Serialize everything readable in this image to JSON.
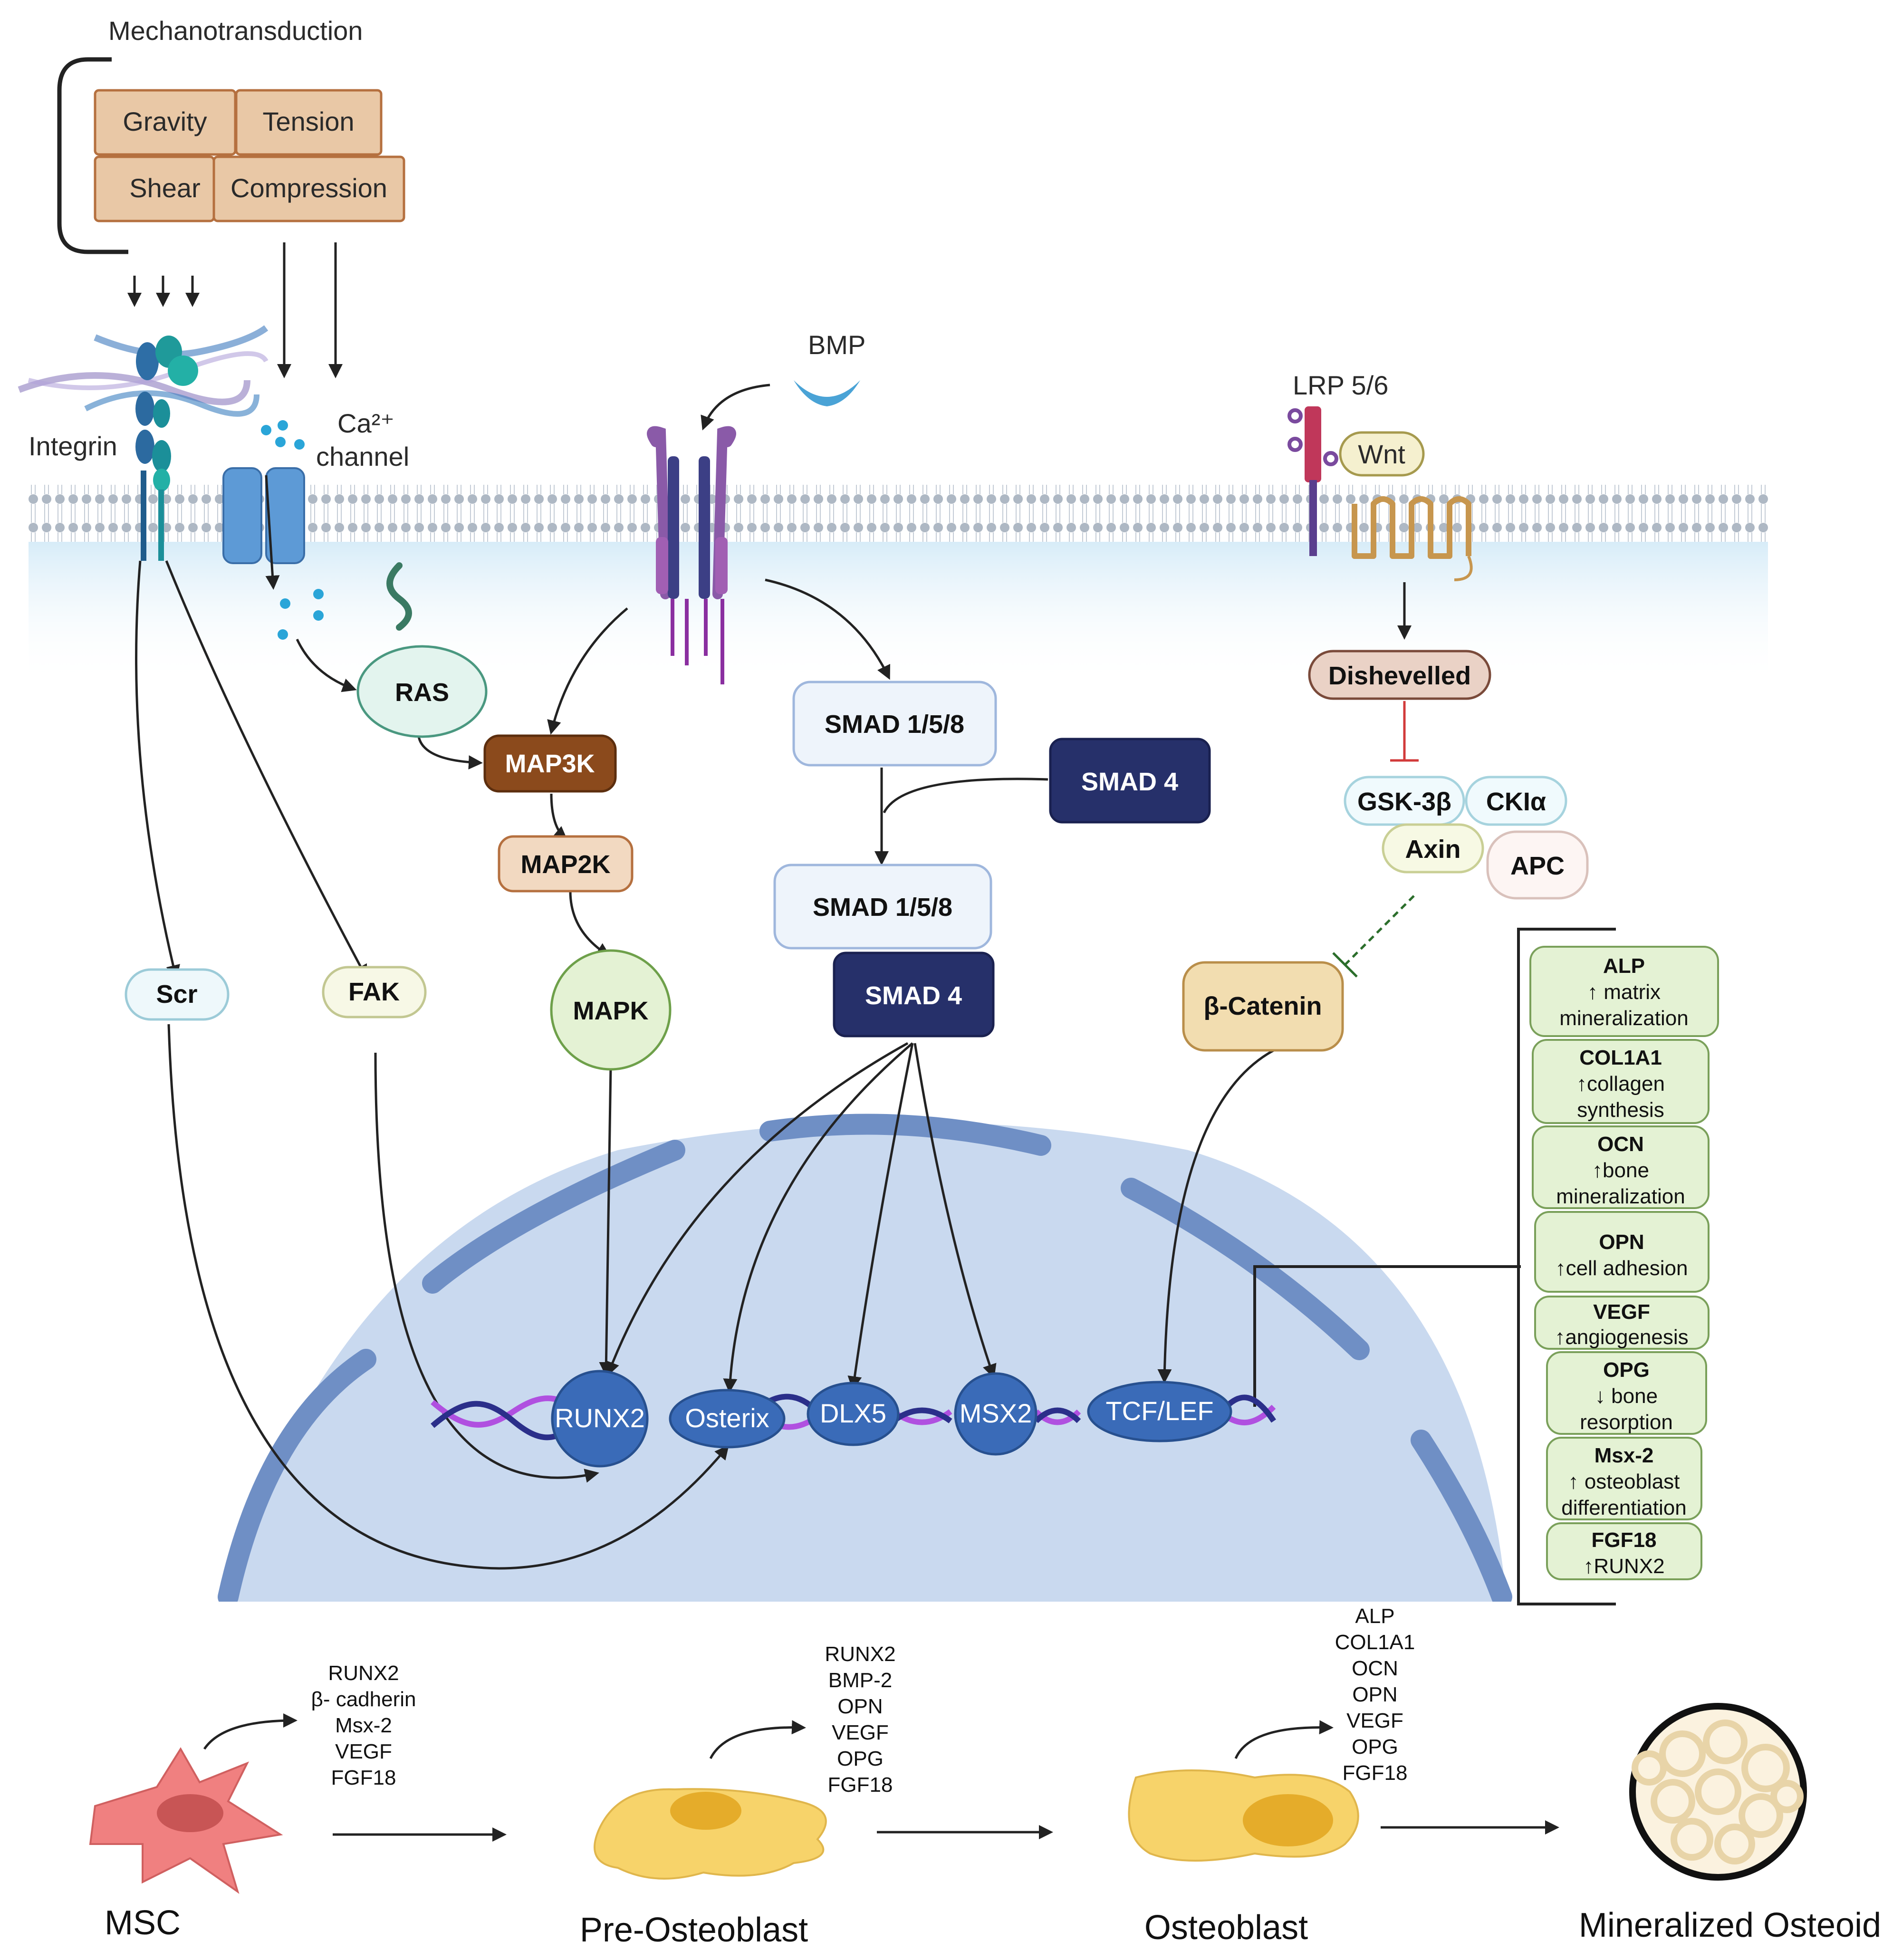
{
  "mechanotransduction": {
    "title": "Mechanotransduction",
    "forces": [
      "Gravity",
      "Tension",
      "Shear",
      "Compression"
    ]
  },
  "membrane": {
    "integrin": "Integrin",
    "ca_channel_line1": "Ca²⁺",
    "ca_channel_line2": "channel",
    "bmp": "BMP",
    "lrp": "LRP 5/6",
    "wnt": "Wnt"
  },
  "mapk_pathway": {
    "ras": "RAS",
    "map3k": "MAP3K",
    "map2k": "MAP2K",
    "mapk": "MAPK",
    "scr": "Scr",
    "fak": "FAK"
  },
  "smad_pathway": {
    "smad158_top": "SMAD 1/5/8",
    "smad4_top": "SMAD 4",
    "smad158_complex": "SMAD 1/5/8",
    "smad4_complex": "SMAD 4"
  },
  "wnt_pathway": {
    "dishevelled": "Dishevelled",
    "gsk3b": "GSK-3β",
    "ck1a": "CKIα",
    "axin": "Axin",
    "apc": "APC",
    "beta_catenin": "β-Catenin"
  },
  "transcription_factors": [
    "RUNX2",
    "Osterix",
    "DLX5",
    "MSX2",
    "TCF/LEF"
  ],
  "target_genes": [
    {
      "name": "ALP",
      "effect": [
        "↑ matrix",
        "mineralization"
      ]
    },
    {
      "name": "COL1A1",
      "effect": [
        "↑collagen",
        "synthesis"
      ]
    },
    {
      "name": "OCN",
      "effect": [
        "↑bone",
        "mineralization"
      ]
    },
    {
      "name": "OPN",
      "effect": [
        "↑cell adhesion"
      ]
    },
    {
      "name": "VEGF",
      "effect": [
        "↑angiogenesis"
      ]
    },
    {
      "name": "OPG",
      "effect": [
        "↓ bone",
        "resorption"
      ]
    },
    {
      "name": "Msx-2",
      "effect": [
        "↑ osteoblast",
        "differentiation"
      ]
    },
    {
      "name": "FGF18",
      "effect": [
        "↑RUNX2"
      ]
    }
  ],
  "differentiation": {
    "stages": [
      "MSC",
      "Pre-Osteoblast",
      "Osteoblast",
      "Mineralized Osteoid"
    ],
    "msc_markers": [
      "RUNX2",
      "β- cadherin",
      "Msx-2",
      "VEGF",
      "FGF18"
    ],
    "pre_osteoblast_markers": [
      "RUNX2",
      "BMP-2",
      "OPN",
      "VEGF",
      "OPG",
      "FGF18"
    ],
    "osteoblast_markers": [
      "ALP",
      "COL1A1",
      "OCN",
      "OPN",
      "VEGF",
      "OPG",
      "FGF18"
    ]
  },
  "colors": {
    "membrane": "#aeb8c4",
    "cytoplasm": "#e6f3fb",
    "nucleus": "#c9d9ef",
    "nuclear_envelope": "#6f8fc5",
    "tf_blue": "#3a6bb8",
    "smad4_navy": "#26306a",
    "map3k_brown": "#8b4a1c",
    "marker_green": "#e4f2d4",
    "inhibition_red": "#d23a3a"
  }
}
